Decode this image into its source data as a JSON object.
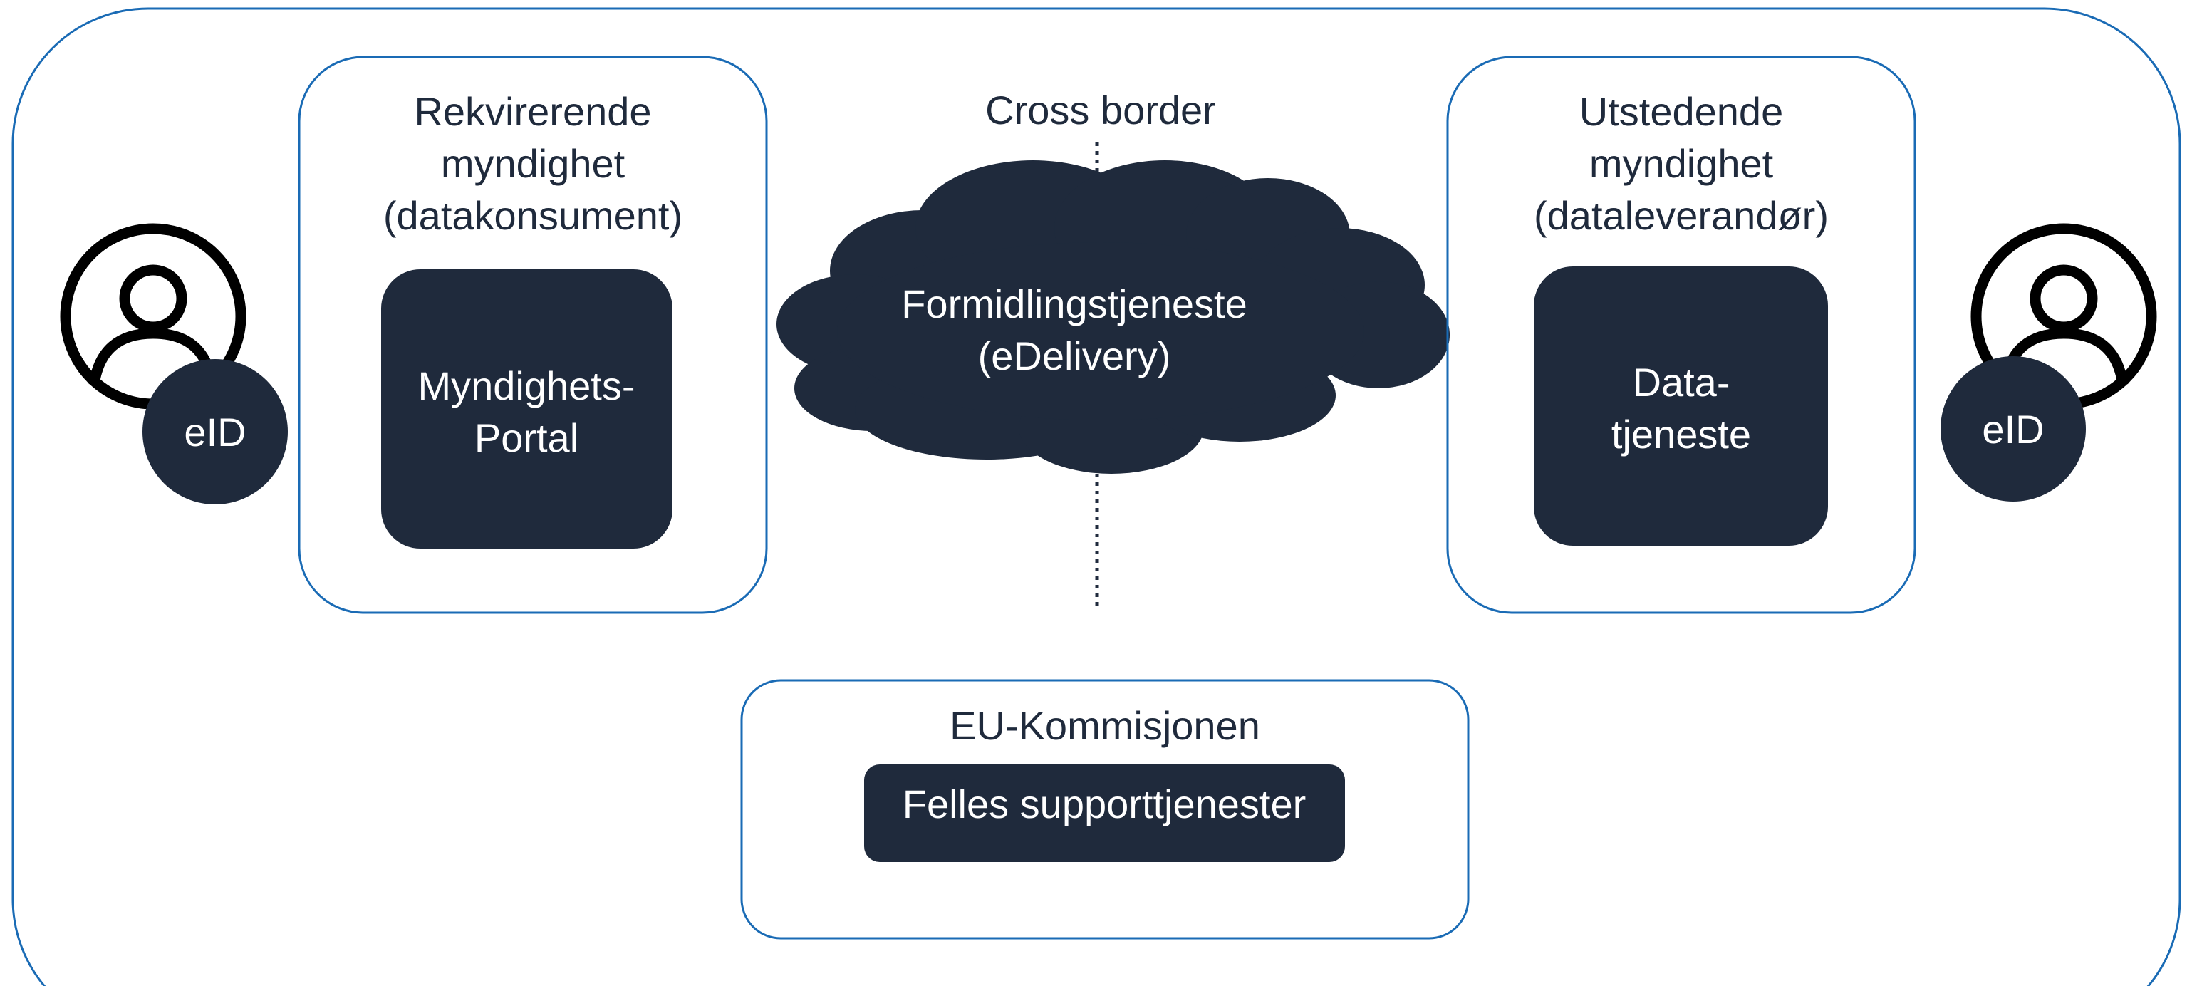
{
  "colors": {
    "frame_stroke": "#1a6bb5",
    "dark_fill": "#1f2a3c",
    "text_dark": "#1f2a3c",
    "text_light": "#ffffff",
    "background": "#ffffff"
  },
  "requesting_authority": {
    "title_lines": [
      "Rekvirerende",
      "myndighet",
      "(datakonsument)"
    ],
    "service_lines": [
      "Myndighets-",
      "Portal"
    ]
  },
  "cross_border": {
    "label": "Cross border",
    "service_lines": [
      "Formidlingstjeneste",
      "(eDelivery)"
    ]
  },
  "issuing_authority": {
    "title_lines": [
      "Utstedende",
      "myndighet",
      "(dataleverandør)"
    ],
    "service_lines": [
      "Data-",
      "tjeneste"
    ]
  },
  "left_user": {
    "icon": "user-icon",
    "badge": "eID"
  },
  "right_user": {
    "icon": "user-icon",
    "badge": "eID"
  },
  "eu_commission": {
    "title": "EU-Kommisjonen",
    "service": "Felles supporttjenester"
  }
}
